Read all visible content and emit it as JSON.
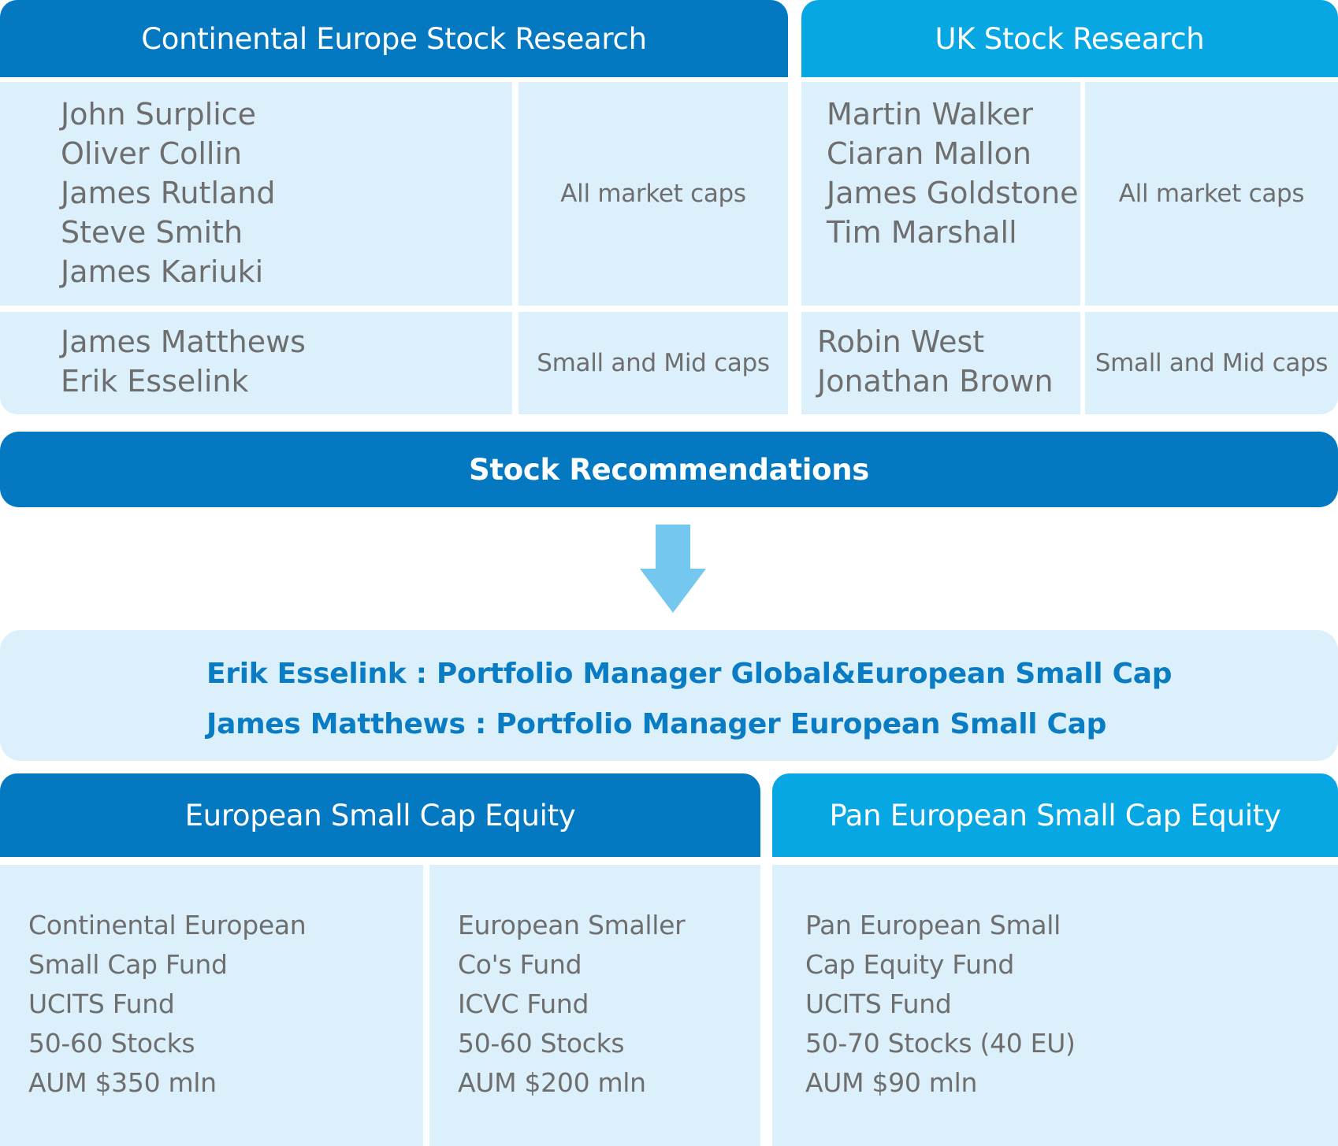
{
  "continental": {
    "header": "Continental Europe Stock Research",
    "all_caps_names": [
      "John Surplice",
      "Oliver Collin",
      "James Rutland",
      "Steve Smith",
      "James Kariuki"
    ],
    "all_caps_label": "All market caps",
    "small_mid_names": [
      "James Matthews",
      "Erik Esselink"
    ],
    "small_mid_label": "Small and Mid caps"
  },
  "uk": {
    "header": "UK Stock Research",
    "all_caps_names": [
      "Martin Walker",
      "Ciaran Mallon",
      "James Goldstone",
      "Tim Marshall"
    ],
    "all_caps_label": "All market caps",
    "small_mid_names": [
      "Robin West",
      "Jonathan Brown"
    ],
    "small_mid_label": "Small and Mid caps"
  },
  "recommendations": {
    "label": "Stock Recommendations"
  },
  "arrow": {
    "icon": "down-arrow-icon",
    "color": "#74c7ef"
  },
  "portfolio_managers": [
    "Erik Esselink : Portfolio Manager Global&European Small Cap",
    "James Matthews : Portfolio Manager European Small Cap"
  ],
  "european_small_cap": {
    "header": "European Small Cap Equity",
    "funds": [
      [
        "Continental European",
        "Small Cap Fund",
        "UCITS Fund",
        "50-60 Stocks",
        "AUM $350 mln"
      ],
      [
        "European Smaller",
        "Co's Fund",
        "ICVC Fund",
        "50-60 Stocks",
        "AUM $200 mln"
      ]
    ]
  },
  "pan_european": {
    "header": "Pan European Small Cap Equity",
    "fund": [
      "Pan European Small",
      "Cap Equity Fund",
      "UCITS Fund",
      "50-70 Stocks (40 EU)",
      "AUM $90 mln"
    ]
  },
  "colors": {
    "dark_blue": "#0478c0",
    "light_blue": "#06a7e2",
    "cell_bg": "#dcf0fb",
    "text_gray": "#6e6e6e",
    "pm_text": "#0a7cc4"
  }
}
